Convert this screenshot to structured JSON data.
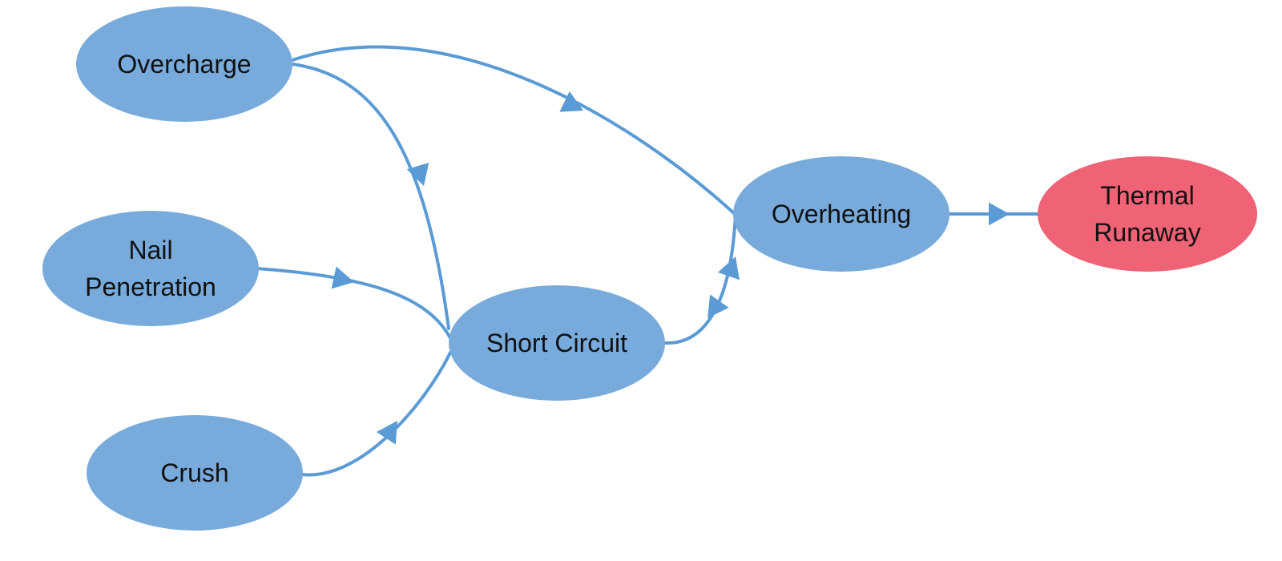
{
  "diagram": {
    "nodes": [
      {
        "id": "overcharge",
        "lines": [
          "Overcharge"
        ],
        "color": "#78ABDB"
      },
      {
        "id": "nail_penetration",
        "lines": [
          "Nail",
          "Penetration"
        ],
        "color": "#78ABDB"
      },
      {
        "id": "crush",
        "lines": [
          "Crush"
        ],
        "color": "#78ABDB"
      },
      {
        "id": "short_circuit",
        "lines": [
          "Short Circuit"
        ],
        "color": "#78ABDB"
      },
      {
        "id": "overheating",
        "lines": [
          "Overheating"
        ],
        "color": "#78ABDB"
      },
      {
        "id": "thermal_runaway",
        "lines": [
          "Thermal",
          "Runaway"
        ],
        "color": "#F06276"
      }
    ],
    "edges": [
      {
        "from": "overcharge",
        "to": "overheating"
      },
      {
        "from": "overcharge",
        "to": "short_circuit"
      },
      {
        "from": "nail_penetration",
        "to": "short_circuit"
      },
      {
        "from": "crush",
        "to": "short_circuit"
      },
      {
        "from": "short_circuit",
        "to": "overheating"
      },
      {
        "from": "overheating",
        "to": "short_circuit"
      },
      {
        "from": "overheating",
        "to": "thermal_runaway"
      }
    ],
    "edge_color": "#5B9BD5"
  }
}
